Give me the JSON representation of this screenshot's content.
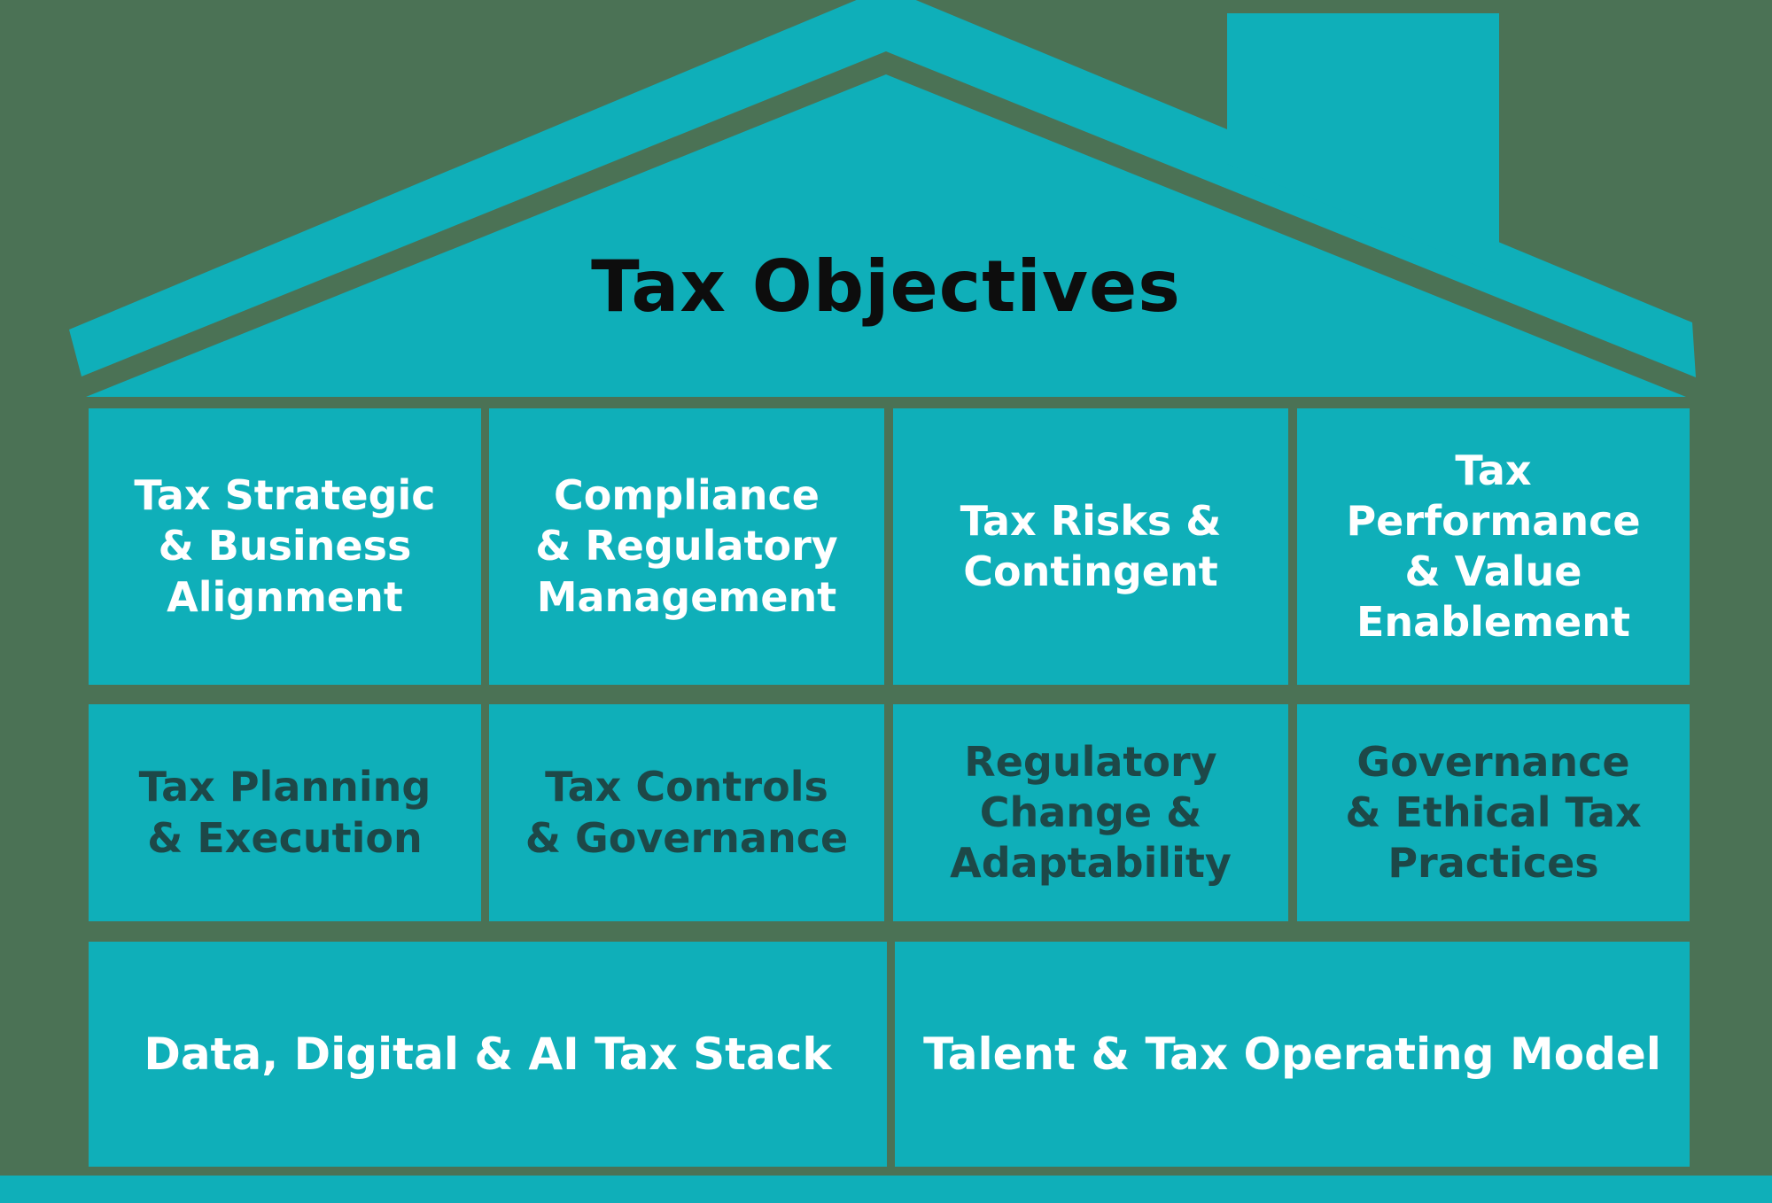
{
  "colors": {
    "teal": "#0FAFB9",
    "background_green": "#4B7255",
    "dark_text": "#1D4848",
    "light_text": "#FFFFFF",
    "title_text": "#0D0D0D"
  },
  "house": {
    "title": "Tax Objectives",
    "row1": [
      "Tax Strategic\n& Business\nAlignment",
      "Compliance\n& Regulatory\nManagement",
      "Tax Risks &\nContingent",
      "Tax\nPerformance\n& Value\nEnablement"
    ],
    "row2": [
      "Tax Planning\n& Execution",
      "Tax Controls\n& Governance",
      "Regulatory\nChange &\nAdaptability",
      "Governance\n& Ethical Tax\nPractices"
    ],
    "row3": [
      "Data, Digital & AI Tax Stack",
      "Talent & Tax Operating Model"
    ]
  }
}
